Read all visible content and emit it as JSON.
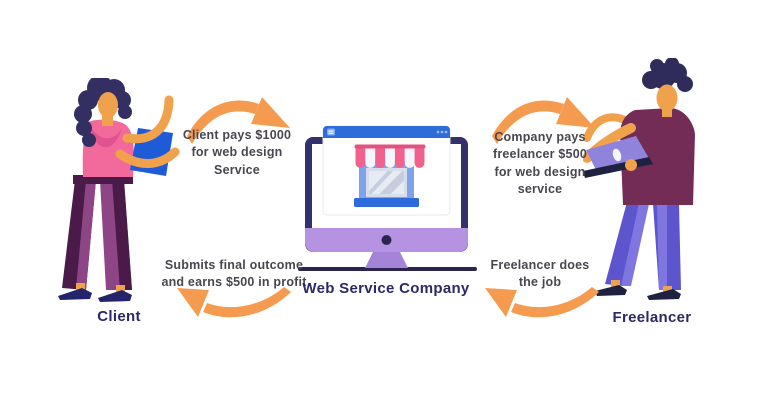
{
  "diagram": {
    "type": "process-flow-infographic",
    "nodes": {
      "client": {
        "label": "Client"
      },
      "company": {
        "label": "Web Service Company"
      },
      "freelancer": {
        "label": "Freelancer"
      }
    },
    "flows": [
      {
        "id": "client-to-company",
        "direction": "right",
        "text": "Client pays $1000\nfor web design\nService"
      },
      {
        "id": "company-to-freelancer",
        "direction": "right",
        "text": "Company pays\nfreelancer $500\nfor web design\nservice"
      },
      {
        "id": "company-to-client",
        "direction": "left",
        "text": "Submits final outcome\nand earns $500 in profit"
      },
      {
        "id": "freelancer-to-company",
        "direction": "left",
        "text": "Freelancer does\nthe job"
      }
    ],
    "icons": {
      "store-icon": "storefront with striped awning",
      "monitor-icon": "desktop computer",
      "browser-window-icon": "browser window with menu and dots",
      "laptop-icon": "laptop held by freelancer",
      "clipboard-icon": "blue board held by client",
      "arrow-icon": "curved tapered arrow"
    },
    "colors": {
      "arrow_orange": "#F59B50",
      "caption_text": "#4A4650",
      "label_navy": "#2B2968",
      "monitor_frame": "#33316B",
      "monitor_chin": "#B592E2",
      "monitor_stand": "#A484D9",
      "desk_line": "#2A2550",
      "browser_blue": "#2F6BD9",
      "store_body_blue": "#7CA3EC",
      "awning_pink": "#F0618E",
      "skin_tan": "#F0A14C",
      "client_shirt_pink": "#F2699C",
      "client_pants_dark": "#4A1B49",
      "client_pants_light": "#8D4585",
      "board_blue": "#1D5CD6",
      "freelancer_shirt_maroon": "#722C56",
      "freelancer_pants_blue": "#5D55CE",
      "laptop_purple": "#8F83DC",
      "hair_navy": "#2F2C5C"
    }
  }
}
